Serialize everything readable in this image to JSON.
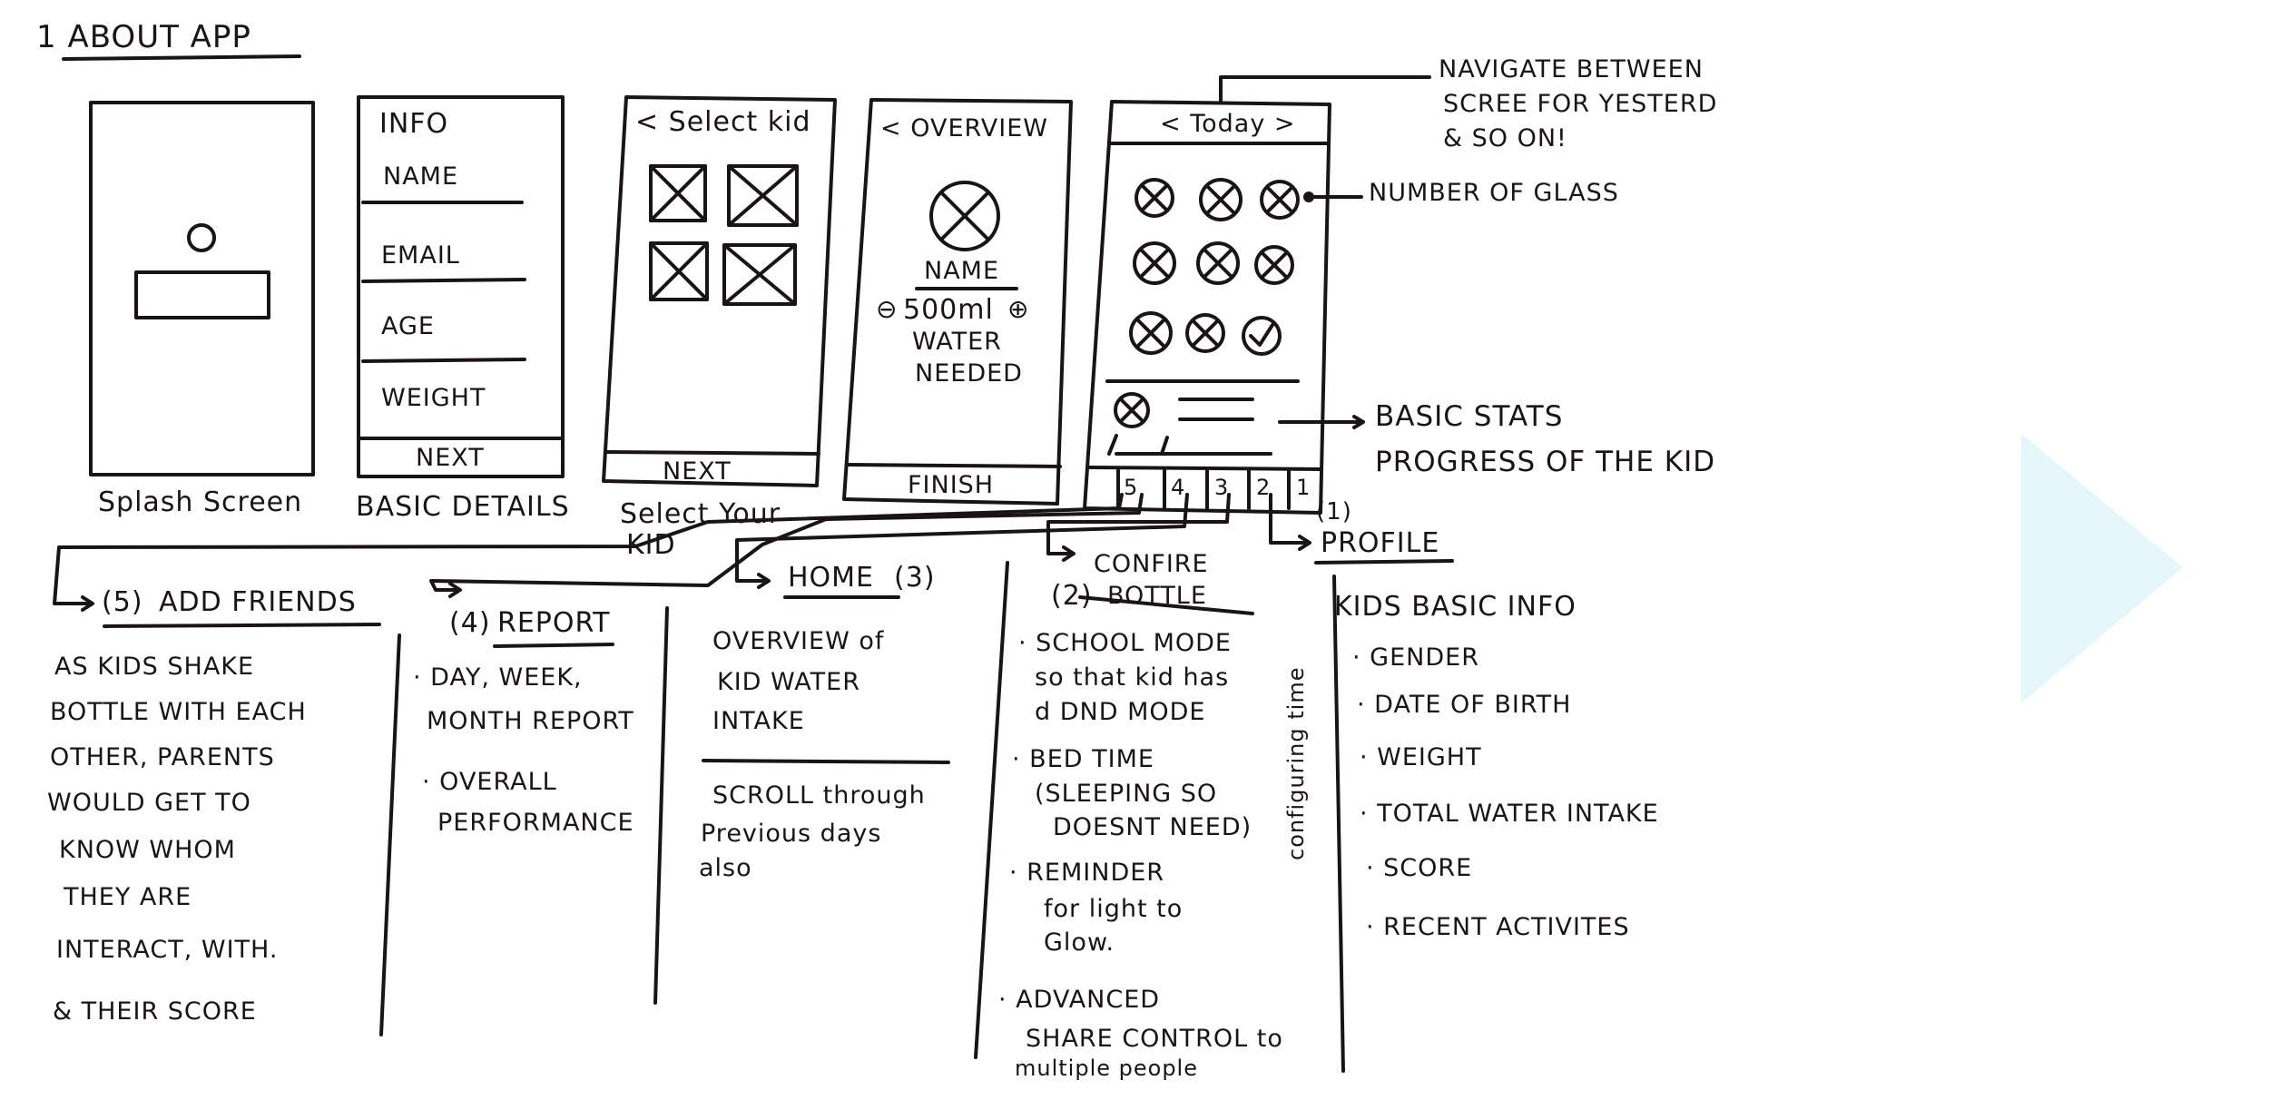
{
  "header": {
    "title": "1 ABOUT APP"
  },
  "screens": {
    "splash": {
      "label": "Splash Screen"
    },
    "info": {
      "title": "INFO",
      "fields": [
        "NAME",
        "EMAIL",
        "AGE",
        "WEIGHT"
      ],
      "button": "NEXT",
      "label": "BASIC DETAILS"
    },
    "select_kid": {
      "title": "< Select kid",
      "button": "NEXT",
      "label_line1": "Select Your",
      "label_line2": "KID"
    },
    "overview": {
      "title": "< OVERVIEW",
      "name": "NAME",
      "amount": "500ml",
      "minus": "⊖",
      "plus": "⊕",
      "line1": "WATER",
      "line2": "NEEDED",
      "button": "FINISH"
    },
    "today": {
      "title": "< Today >",
      "tabs": [
        "5",
        "4",
        "3",
        "2",
        "1"
      ]
    }
  },
  "annotations": {
    "navigate": [
      "NAVIGATE BETWEEN",
      "SCREE FOR YESTERD",
      "& SO ON!"
    ],
    "glass": "NUMBER OF GLASS",
    "stats": [
      "BASIC STATS",
      "PROGRESS OF THE KID"
    ]
  },
  "sections": {
    "friends": {
      "number": "5",
      "title": "ADD FRIENDS",
      "lines": [
        "AS KIDS SHAKE",
        "BOTTLE WITH EACH",
        "OTHER, PARENTS",
        "WOULD GET TO",
        "KNOW WHOM",
        "THEY ARE",
        "INTERACT, WITH.",
        "& THEIR SCORE"
      ]
    },
    "report": {
      "number": "4",
      "title": "REPORT",
      "lines": [
        "· DAY, WEEK,",
        "MONTH REPORT",
        "· OVERALL",
        "PERFORMANCE"
      ]
    },
    "home": {
      "number": "3",
      "title": "HOME",
      "lines": [
        "OVERVIEW of",
        "KID WATER",
        "INTAKE"
      ],
      "lines2": [
        "SCROLL through",
        "Previous days",
        "also"
      ]
    },
    "bottle": {
      "number": "2",
      "title_line1": "CONFIRE",
      "title_line2": "BOTTLE",
      "lines": [
        "· SCHOOL MODE",
        "so that kid has",
        "d DND MODE",
        "· BED TIME",
        "(SLEEPING SO",
        "DOESNT NEED)",
        "· REMINDER",
        "for light to",
        "Glow.",
        "· ADVANCED",
        "SHARE CONTROL to",
        "multiple people"
      ],
      "vertical": "configuring time"
    },
    "profile": {
      "number": "1",
      "title": "PROFILE",
      "heading": "KIDS BASIC INFO",
      "items": [
        "· GENDER",
        "· DATE OF BIRTH",
        "· WEIGHT",
        "· TOTAL WATER INTAKE",
        "· SCORE",
        "· RECENT ACTIVITES"
      ]
    }
  },
  "play_icon_color": "#e6f7fb"
}
